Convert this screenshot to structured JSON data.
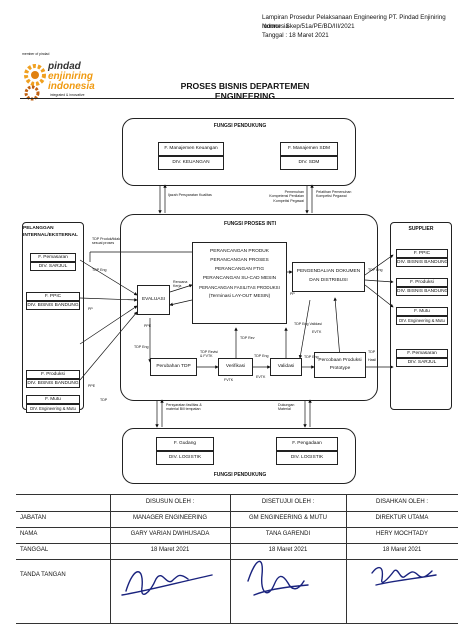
{
  "header": {
    "line1": "Lampiran Prosedur Pelaksanaan Engineering PT. Pindad Enjiniring Indonesia",
    "line2": "Nomor    : Skep/51a/PE/BD/III/2021",
    "line3": "Tanggal   : 18 Maret 2021"
  },
  "logo": {
    "top_text": "member of pindad",
    "word1": "pindad",
    "word2": "enjiniring",
    "word3": "indonesia",
    "tagline": "integrated & innovative"
  },
  "title": "PROSES BISNIS DEPARTEMEN ENGINEERING",
  "support_top": {
    "title": "FUNGSI PENDUKUNG",
    "boxes": [
      {
        "name": "F. Manajemen Keuangan",
        "div": "DIV. KEUANGAN"
      },
      {
        "name": "F. Manajemen SDM",
        "div": "DIV. SDM"
      }
    ]
  },
  "support_bottom": {
    "title": "FUNGSI PENDUKUNG",
    "boxes": [
      {
        "name": "F. Gudang",
        "div": "DIV. LOGISTIK"
      },
      {
        "name": "F. Pengadaan",
        "div": "DIV. LOGISTIK"
      }
    ]
  },
  "core_title": "FUNGSI PROSES INTI",
  "customer_title": "PELANGGAN INTERNAL/EKSTERNAL",
  "customers": [
    {
      "name": "F. Pemasaran",
      "div": "DIV. SARJUL"
    },
    {
      "name": "F. PPIC",
      "div": "DIV. BISNIS BANDUNG"
    },
    {
      "name": "F. Produksi",
      "div": "DIV. BISNIS BANDUNG"
    },
    {
      "name": "F. Mutu",
      "div": "DIV. Engineering & Mutu"
    }
  ],
  "supplier_title": "SUPPLIER",
  "suppliers": [
    {
      "name": "F. PPIC",
      "div": "DIV. BISNIS BANDUNG"
    },
    {
      "name": "F. Produksi",
      "div": "DIV. BISNIS BANDUNG"
    },
    {
      "name": "F. Mutu",
      "div": "DIV. Engineering & Mutu"
    },
    {
      "name": "F. Pemasaran",
      "div": "DIV. SARJUL"
    }
  ],
  "core": {
    "design_lines": [
      "PERANCANGAN PRODUK",
      "PERANCANGAN PROSES",
      "PERANCANGAN FTIG",
      "PERANCANGAN SU-CAD MESIN",
      "PERANCANGAN FASILITAS PRODUKSI",
      "(Terminasi LAY-OUT MESIN)"
    ],
    "control_lines": [
      "PENGENDALIAN DOKUMEN",
      "DAN DISTRIBUSI"
    ],
    "evaluasi": "EVALUASI",
    "perubahan": "Perubahan TDP",
    "verifikasi": "Verifikasi",
    "validasi": "Validasi",
    "prototype_lines": [
      "Percobaan Produksi",
      "Prototype"
    ]
  },
  "flow_labels": {
    "ijasah": "Ijazah Persyaratan Kualitas",
    "pemenuhan": "Pemenuhan Kompetensi Penilaian Kompetisi Pegawai",
    "pelatihan": "Pelatihan Pemenuhan Kompetisi Pegawai",
    "tdp_produk": "TDP Produk/tidak sesuai proses",
    "tdp_a": "TDP Eng",
    "pp": "PP",
    "pp2": "PP",
    "ppe": "PPE",
    "ppe2": "PPE",
    "tdp_mutu": "TDP",
    "rencana": "Rencana Kerja",
    "tdp_eng_v": "TDP Eng",
    "tdp_revisi": "TDP Revisi & FVTK",
    "tdp_rev2": "TDP Rev",
    "ftvk": "FVTK",
    "tdp_eng3": "TDP Eng",
    "evtk": "EVTK",
    "tdp_eng_validasi": "TDP Eng Validasi",
    "tdp_prod": "TDP Eng",
    "evtk2": "EVTK",
    "tdp_r": "TDP Eng",
    "hasil": "Hasil",
    "permintaan": "Persyaratan fasilitas & material Bill tempatan",
    "dukungan": "Dukungan Material",
    "tdp_final": "TDP"
  },
  "signature_table": {
    "row_labels": [
      "JABATAN",
      "NAMA",
      "TANGGAL",
      "TANDA TANGAN"
    ],
    "columns": [
      {
        "head": "DISUSUN OLEH :",
        "jabatan": "MANAGER ENGINEERING",
        "nama": "GARY VARIAN DWIHUSADA",
        "tanggal": "18 Maret 2021"
      },
      {
        "head": "DISETUJUI OLEH :",
        "jabatan": "GM ENGINEERING & MUTU",
        "nama": "TANA GARENDI",
        "tanggal": "18 Maret 2021"
      },
      {
        "head": "DISAHKAN OLEH :",
        "jabatan": "DIREKTUR UTAMA",
        "nama": "HERY MOCHTADY",
        "tanggal": "18 Maret 2021"
      }
    ]
  }
}
